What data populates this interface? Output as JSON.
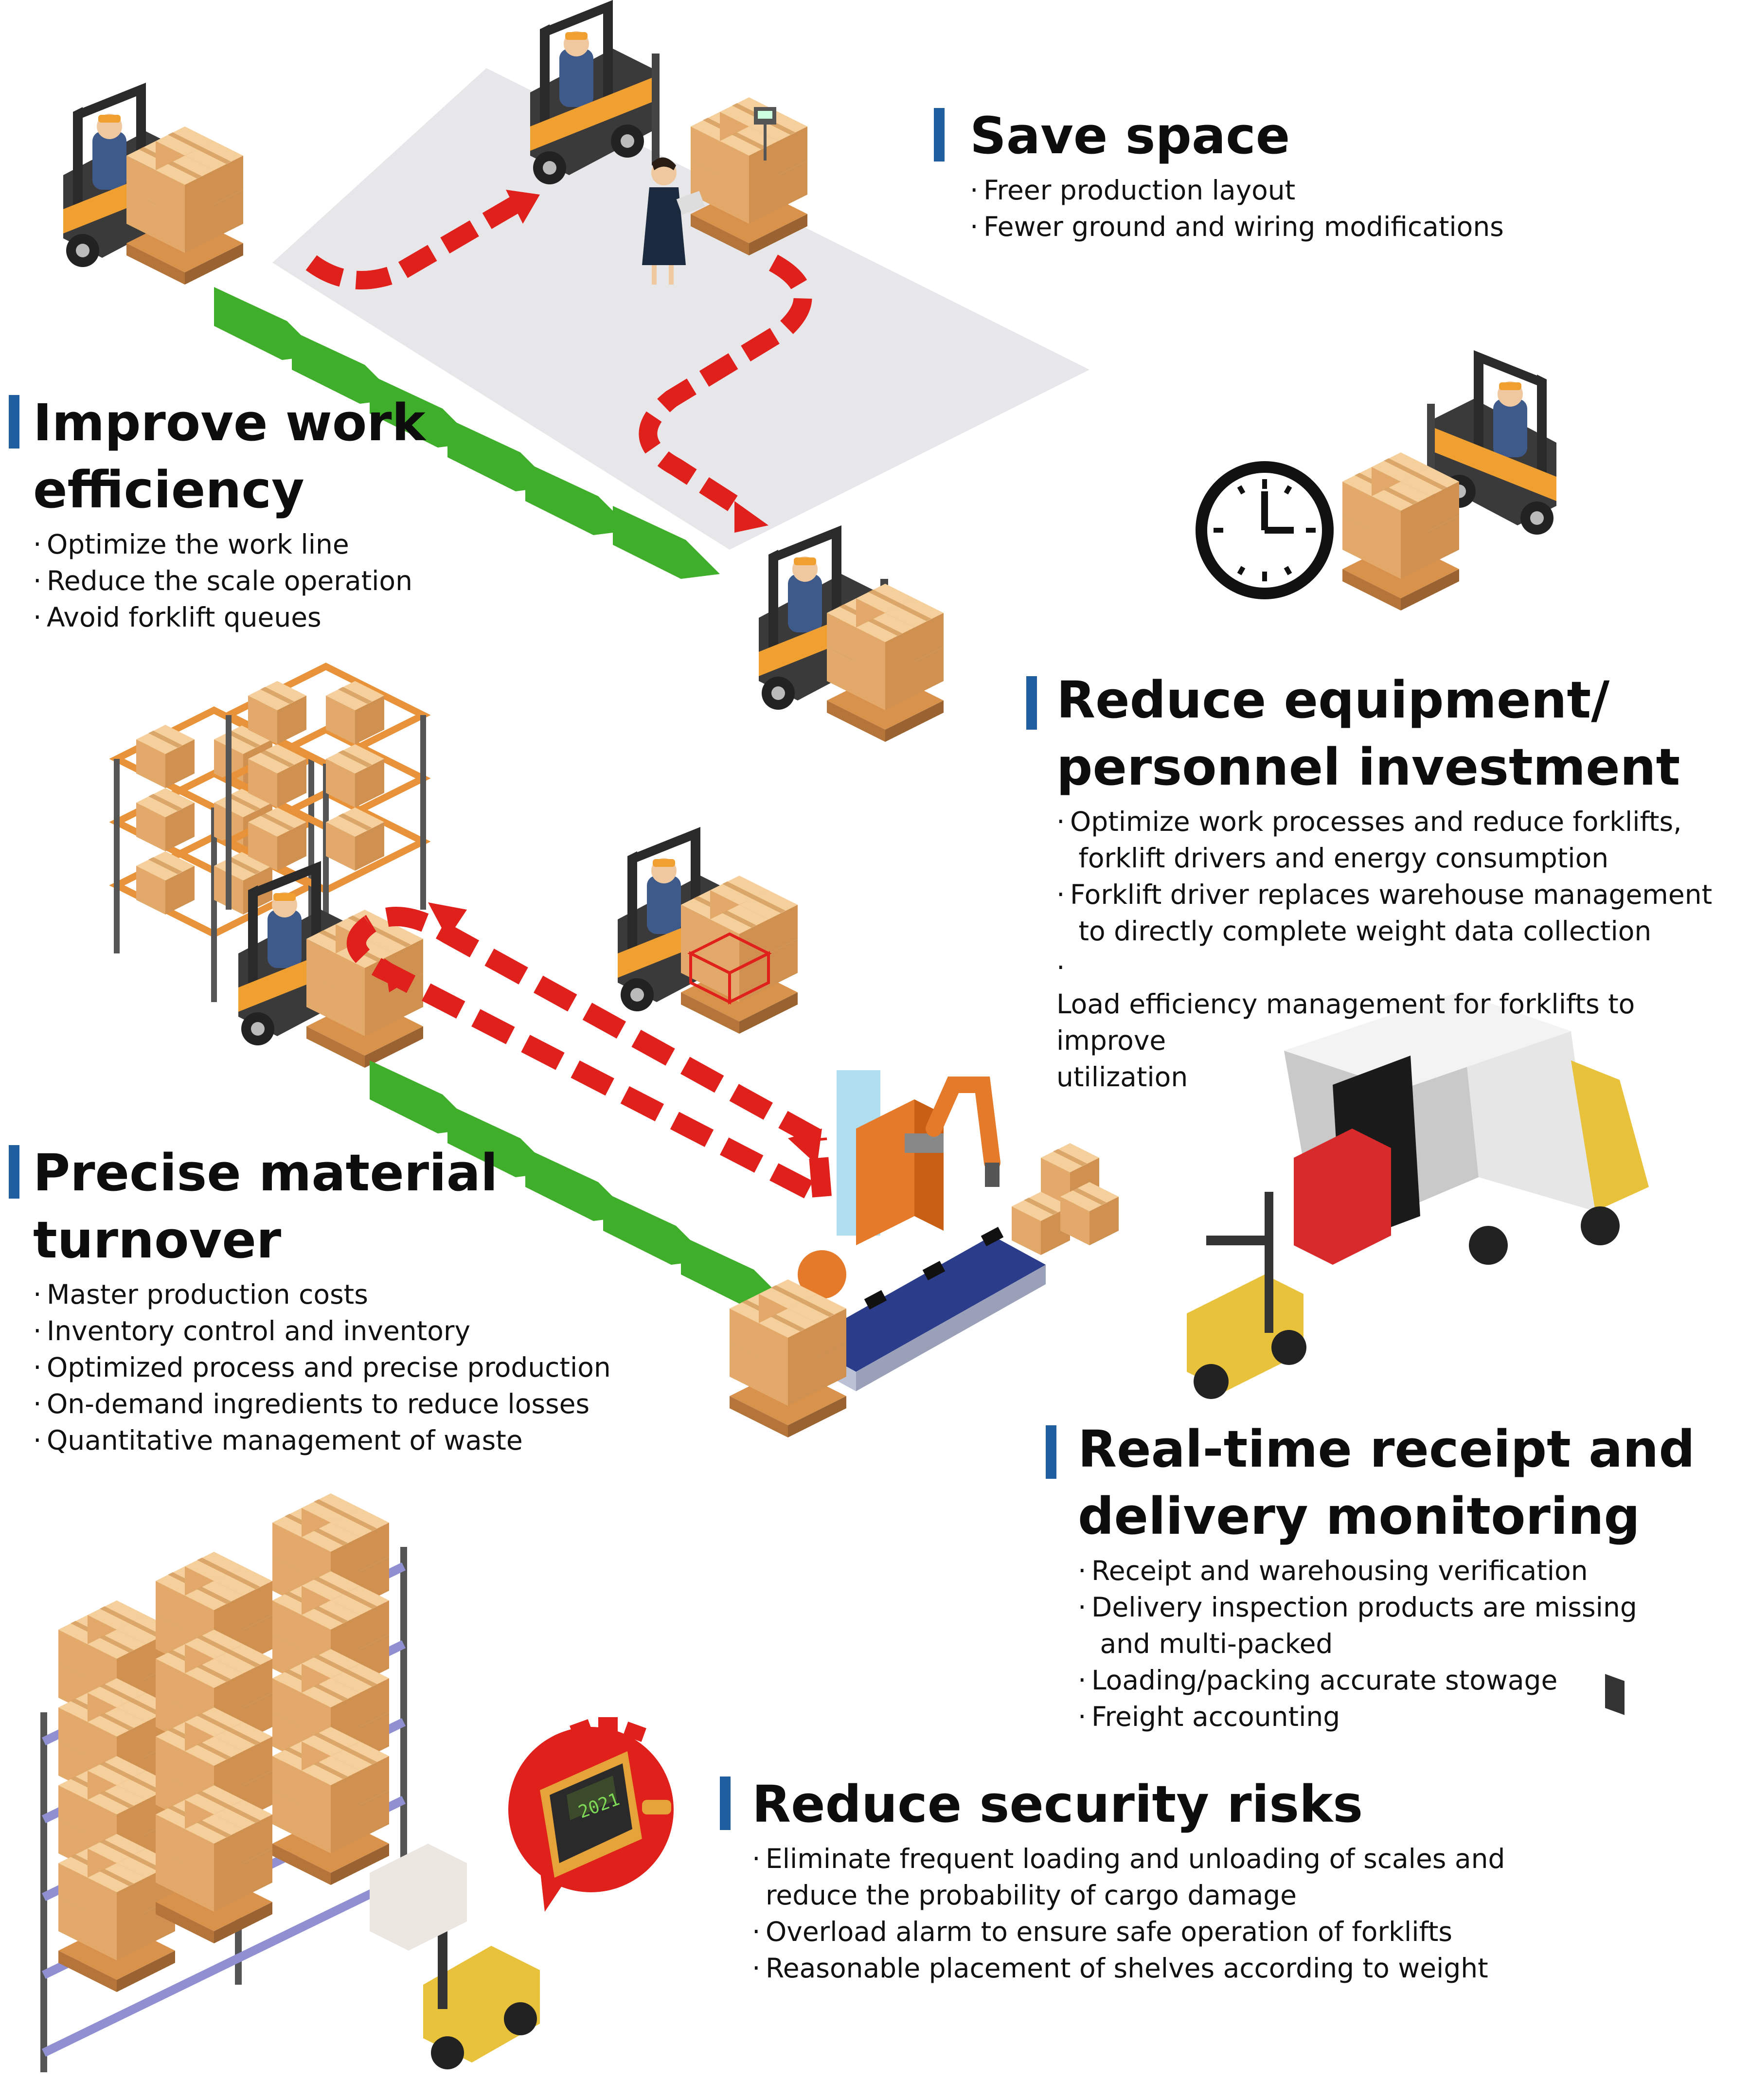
{
  "colors": {
    "accent_bar": "#1f5fa0",
    "flow_red": "#e0201b",
    "flow_green": "#3fae2a",
    "floor_gray": "#e7e7ea",
    "box_tan": "#e8b47a",
    "shelf_orange": "#e8923a",
    "shelf_purple": "#8f8fd1",
    "forklift_dark": "#3a3a3a",
    "forklift_yellow": "#e8c23a",
    "alarm_red": "#e0201b"
  },
  "icons": [
    "forklift-icon",
    "pallet-boxes-icon",
    "clock-icon",
    "robot-arm-icon",
    "conveyor-icon",
    "truck-icon",
    "warehouse-shelf-icon",
    "scale-display-icon"
  ],
  "display": {
    "year": "2021"
  },
  "sections": {
    "save_space": {
      "title": "Save space",
      "bullets": [
        "Freer production layout",
        "Fewer ground and wiring modifications"
      ]
    },
    "improve_efficiency": {
      "title_line1": "Improve work",
      "title_line2": "efficiency",
      "bullets": [
        "Optimize the work line",
        "Reduce the scale operation",
        "Avoid forklift queues"
      ]
    },
    "reduce_investment": {
      "title_line1": "Reduce equipment/",
      "title_line2": "personnel investment",
      "bullets": [
        [
          "Optimize work processes and reduce forklifts,",
          "forklift drivers and energy consumption"
        ],
        [
          "Forklift driver replaces warehouse management",
          "to directly complete weight data collection"
        ],
        [
          "Load efficiency management for forklifts to improve",
          "utilization"
        ]
      ]
    },
    "material_turnover": {
      "title_line1": "Precise material",
      "title_line2": "turnover",
      "bullets": [
        "Master production costs",
        "Inventory control and inventory",
        "Optimized process and precise production",
        "On-demand ingredients to reduce losses",
        "Quantitative management of waste"
      ]
    },
    "realtime_monitoring": {
      "title_line1": "Real-time receipt and",
      "title_line2": "delivery monitoring",
      "bullets": [
        [
          "Receipt and warehousing verification"
        ],
        [
          "Delivery inspection products are missing",
          "and multi-packed"
        ],
        [
          "Loading/packing accurate stowage"
        ],
        [
          "Freight accounting"
        ]
      ]
    },
    "security_risks": {
      "title": "Reduce security risks",
      "bullets": [
        [
          "Eliminate frequent loading and unloading of scales and",
          "reduce the probability of cargo damage"
        ],
        [
          "Overload alarm to ensure safe operation of forklifts"
        ],
        [
          "Reasonable placement of shelves according to weight"
        ]
      ]
    }
  }
}
